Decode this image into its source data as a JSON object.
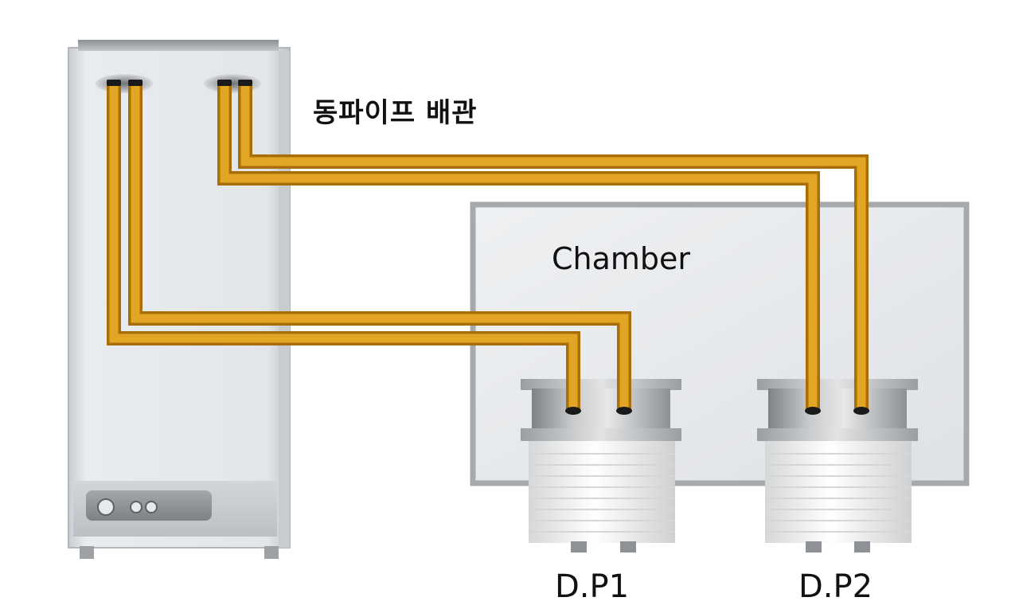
{
  "labels": {
    "pipe": "동파이프 배관",
    "chamber": "Chamber",
    "dp1": "D.P1",
    "dp2": "D.P2"
  },
  "colors": {
    "pipe": "#d99a16",
    "pipe_dark": "#a86f08",
    "pipe_light": "#f1c04b",
    "cabinet": "#e4e7ea",
    "chamber": "#e7eaed",
    "chamber_border": "#a7aaad",
    "pump_top": "#9ea2a6",
    "pump_body": "#f3f3f3"
  },
  "icons": [
    "compressor-unit-icon",
    "copper-pipe-icon",
    "chamber-icon",
    "diffusion-pump-icon"
  ]
}
